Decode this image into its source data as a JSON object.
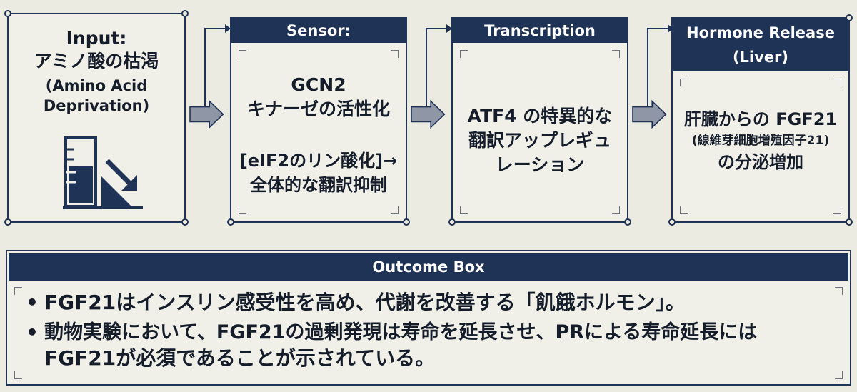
{
  "stages": [
    {
      "id": "input",
      "title_lines": [
        "Input:",
        "アミノ酸の枯渇"
      ],
      "subtitle_lines": [
        "(Amino Acid",
        "Deprivation)"
      ],
      "icon": "descending-level-chart-icon"
    },
    {
      "id": "sensor",
      "header": "Sensor:",
      "lines_a": [
        "GCN2",
        "キナーゼの活性化"
      ],
      "lines_b": [
        "[eIF2のリン酸化]→",
        "全体的な翻訳抑制"
      ]
    },
    {
      "id": "transcription",
      "header": "Transcription",
      "lines": [
        "ATF4 の特異的な",
        "翻訳アップレギュ",
        "レーション"
      ]
    },
    {
      "id": "hormone",
      "header_lines": [
        "Hormone Release",
        "(Liver)"
      ],
      "line1": "肝臓からの FGF21",
      "line2": "(線維芽細胞増殖因子21)",
      "line3": "の分泌増加"
    }
  ],
  "outcome": {
    "header": "Outcome Box",
    "bullet_marker": "•",
    "bullets": [
      "FGF21はインスリン感受性を高め、代謝を改善する「飢餓ホルモン」。",
      "動物実験において、FGF21の過剰発現は寿命を延長させ、PRによる寿命延長には",
      "FGF21が必須であることが示されている。"
    ]
  },
  "colors": {
    "navy": "#1f3356",
    "background": "#ecebe2",
    "text": "#151d2b"
  }
}
